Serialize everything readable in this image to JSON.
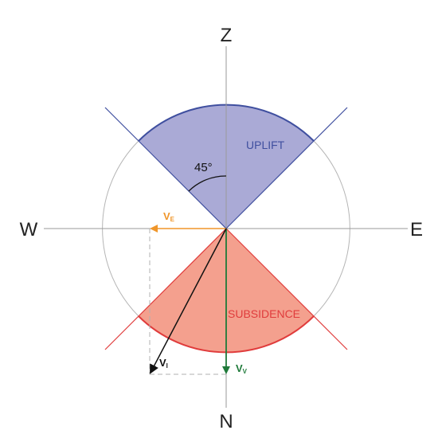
{
  "axes": {
    "top": "Z",
    "bottom": "N",
    "left": "W",
    "right": "E"
  },
  "regions": {
    "uplift": {
      "label": "UPLIFT",
      "fill": "#aaaad6",
      "stroke": "#3f4f9f"
    },
    "subsidence": {
      "label": "SUBSIDENCE",
      "fill": "#f4a08e",
      "stroke": "#e03c3c"
    }
  },
  "angle": {
    "label": "45°"
  },
  "vectors": {
    "east": {
      "label": "V",
      "sub": "E",
      "color": "#f0962a"
    },
    "vertical": {
      "label": "V",
      "sub": "V",
      "color": "#1f7a3a"
    },
    "los": {
      "label": "V",
      "sub": "l",
      "color": "#111111"
    }
  },
  "colors": {
    "axis": "#9a9a9a",
    "circle": "#b5b5b5",
    "dashed": "#b0b0b0"
  }
}
